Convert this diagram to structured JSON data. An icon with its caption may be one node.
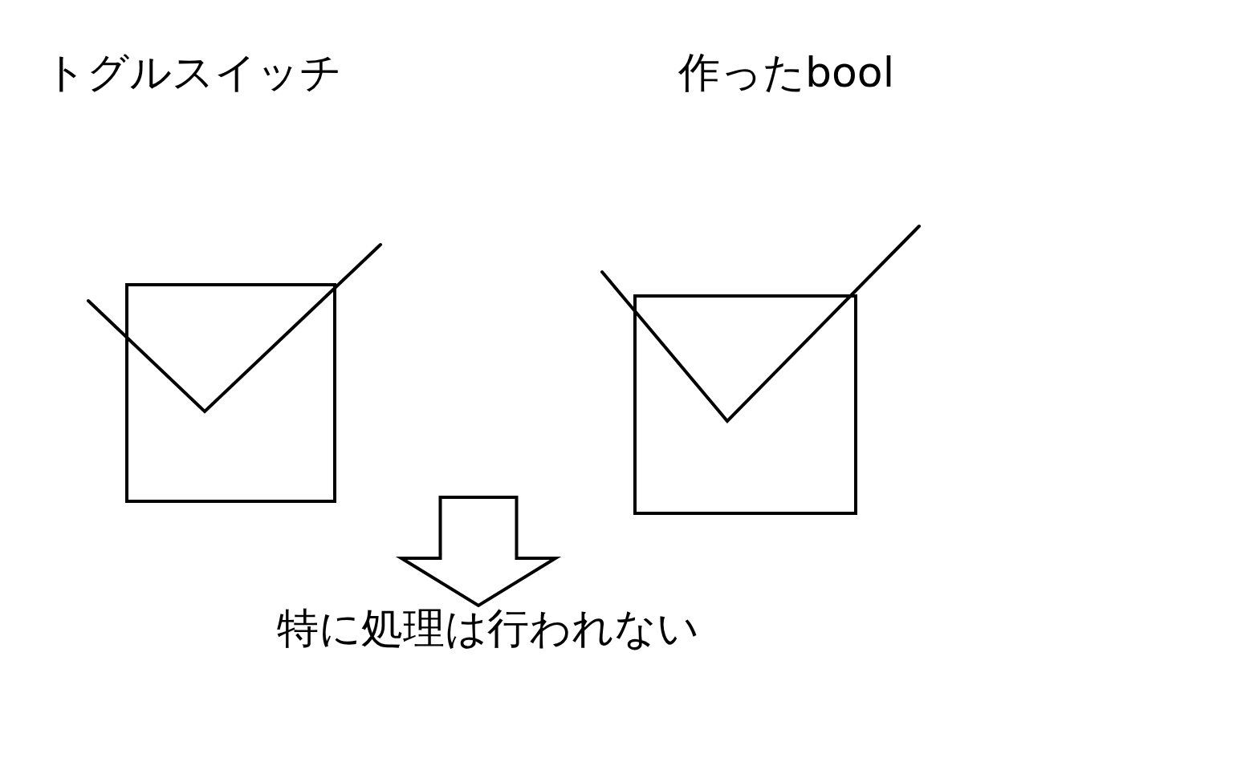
{
  "diagram": {
    "nodes": [
      {
        "text": [
          "トグルスイッチ"
        ]
      },
      {
        "text": [
          "作ったbool"
        ]
      },
      {
        "text": [
          "特に処理は行われない"
        ]
      }
    ],
    "edges": [
      {
        "from": null,
        "to": 2,
        "arrow": "to"
      }
    ]
  }
}
